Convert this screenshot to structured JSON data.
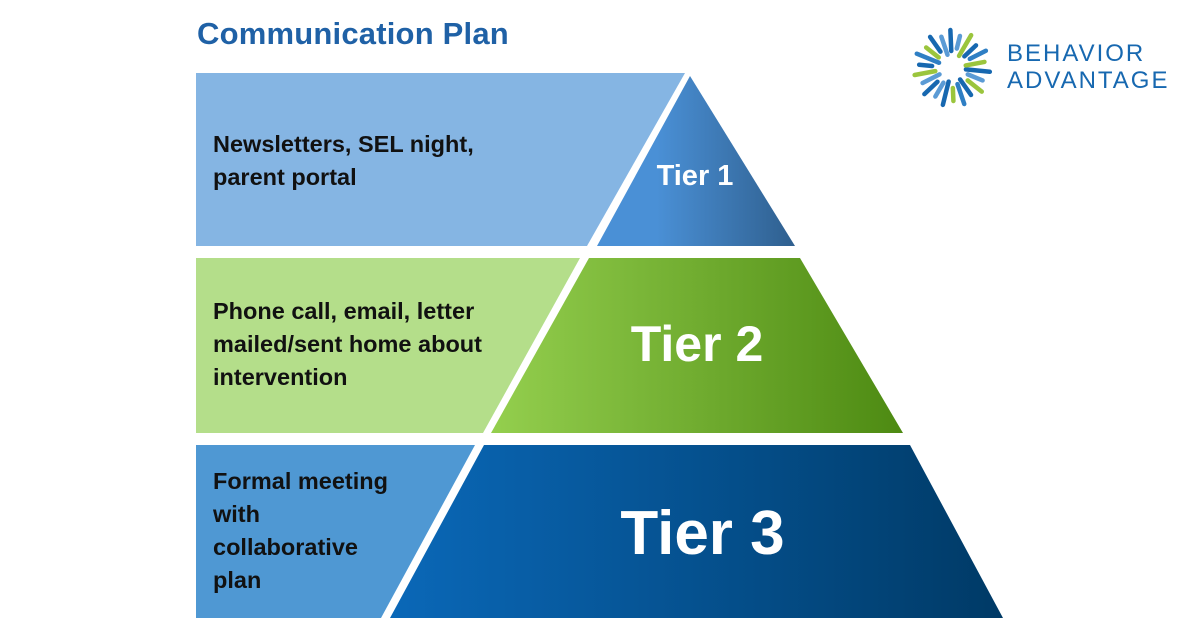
{
  "title": "Communication Plan",
  "logo": {
    "line1": "BEHAVIOR",
    "line2": "ADVANTAGE"
  },
  "tiers": [
    {
      "label": "Tier 1",
      "description": "Newsletters, SEL night, parent portal",
      "panel_color": "#85b5e3",
      "tier_colors": [
        "#4a90d6",
        "#2f5f8e"
      ]
    },
    {
      "label": "Tier 2",
      "description": "Phone call, email, letter mailed/sent home about intervention",
      "panel_color": "#b4de8a",
      "tier_colors": [
        "#94cf4e",
        "#4d8a12"
      ]
    },
    {
      "label": "Tier 3",
      "description": "Formal meeting with collaborative plan",
      "panel_color": "#4f98d3",
      "tier_colors": [
        "#0a68b8",
        "#003a66"
      ]
    }
  ]
}
